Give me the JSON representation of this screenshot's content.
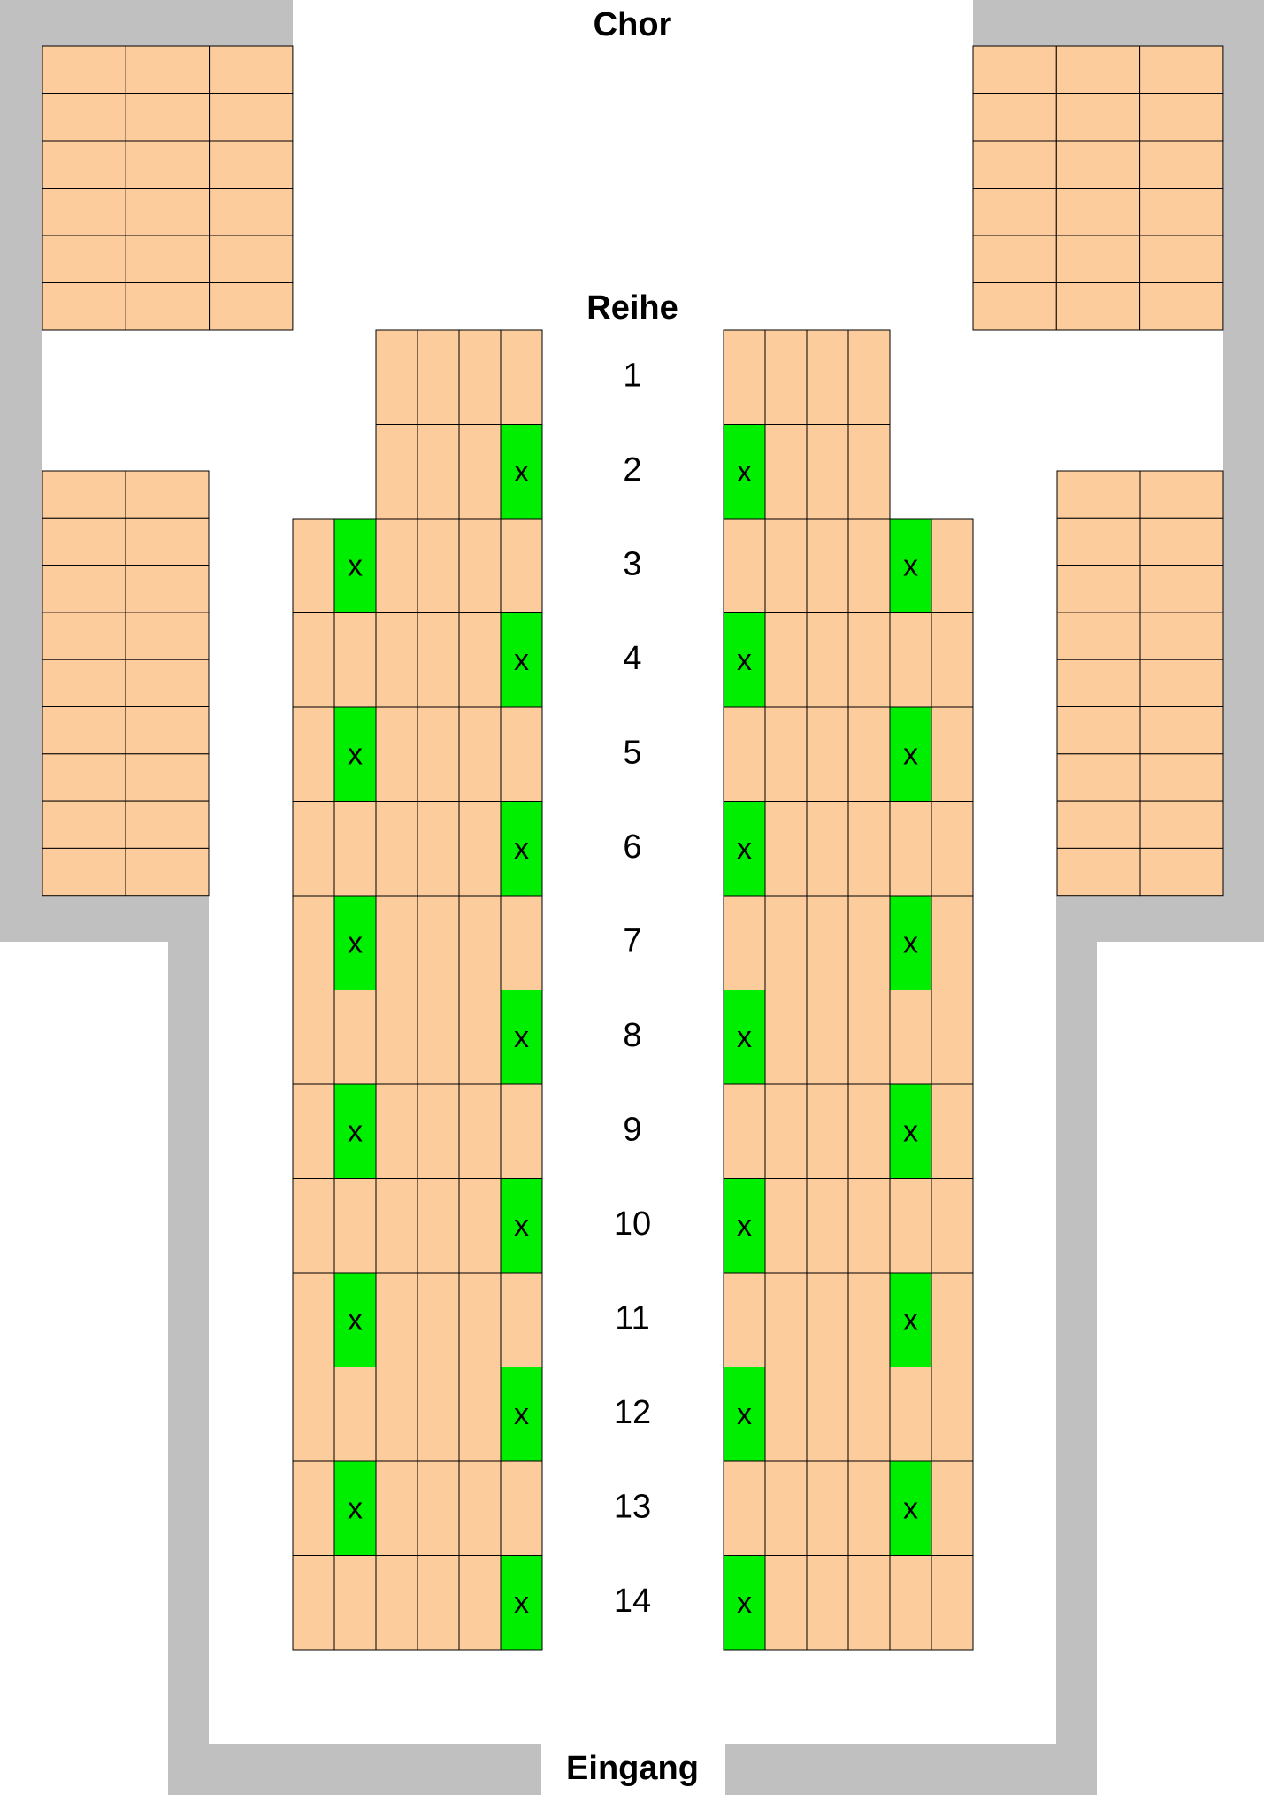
{
  "labels": {
    "top": "Chor",
    "header": "Reihe",
    "bottom": "Eingang"
  },
  "colors": {
    "seat": "#fdcc9c",
    "marked": "#00ee00",
    "wall": "#c0c0c0"
  },
  "seat_mark": "x",
  "rows": [
    "1",
    "2",
    "3",
    "4",
    "5",
    "6",
    "7",
    "8",
    "9",
    "10",
    "11",
    "12",
    "13",
    "14"
  ],
  "left_block": {
    "rows": [
      {
        "seats": 4,
        "marked": []
      },
      {
        "seats": 4,
        "marked": [
          4
        ]
      },
      {
        "seats": 6,
        "marked": [
          2
        ]
      },
      {
        "seats": 6,
        "marked": [
          6
        ]
      },
      {
        "seats": 6,
        "marked": [
          2
        ]
      },
      {
        "seats": 6,
        "marked": [
          6
        ]
      },
      {
        "seats": 6,
        "marked": [
          2
        ]
      },
      {
        "seats": 6,
        "marked": [
          6
        ]
      },
      {
        "seats": 6,
        "marked": [
          2
        ]
      },
      {
        "seats": 6,
        "marked": [
          6
        ]
      },
      {
        "seats": 6,
        "marked": [
          2
        ]
      },
      {
        "seats": 6,
        "marked": [
          6
        ]
      },
      {
        "seats": 6,
        "marked": [
          2
        ]
      },
      {
        "seats": 6,
        "marked": [
          6
        ]
      }
    ]
  },
  "right_block": {
    "rows": [
      {
        "seats": 4,
        "marked": []
      },
      {
        "seats": 4,
        "marked": [
          1
        ]
      },
      {
        "seats": 6,
        "marked": [
          5
        ]
      },
      {
        "seats": 6,
        "marked": [
          1
        ]
      },
      {
        "seats": 6,
        "marked": [
          5
        ]
      },
      {
        "seats": 6,
        "marked": [
          1
        ]
      },
      {
        "seats": 6,
        "marked": [
          5
        ]
      },
      {
        "seats": 6,
        "marked": [
          1
        ]
      },
      {
        "seats": 6,
        "marked": [
          5
        ]
      },
      {
        "seats": 6,
        "marked": [
          1
        ]
      },
      {
        "seats": 6,
        "marked": [
          5
        ]
      },
      {
        "seats": 6,
        "marked": [
          1
        ]
      },
      {
        "seats": 6,
        "marked": [
          5
        ]
      },
      {
        "seats": 6,
        "marked": [
          1
        ]
      }
    ]
  },
  "side_blocks": {
    "choir_left": {
      "rows": 6,
      "cols": 3
    },
    "choir_right": {
      "rows": 6,
      "cols": 3
    },
    "side_left": {
      "rows": 9,
      "cols": 2
    },
    "side_right": {
      "rows": 9,
      "cols": 2
    }
  }
}
